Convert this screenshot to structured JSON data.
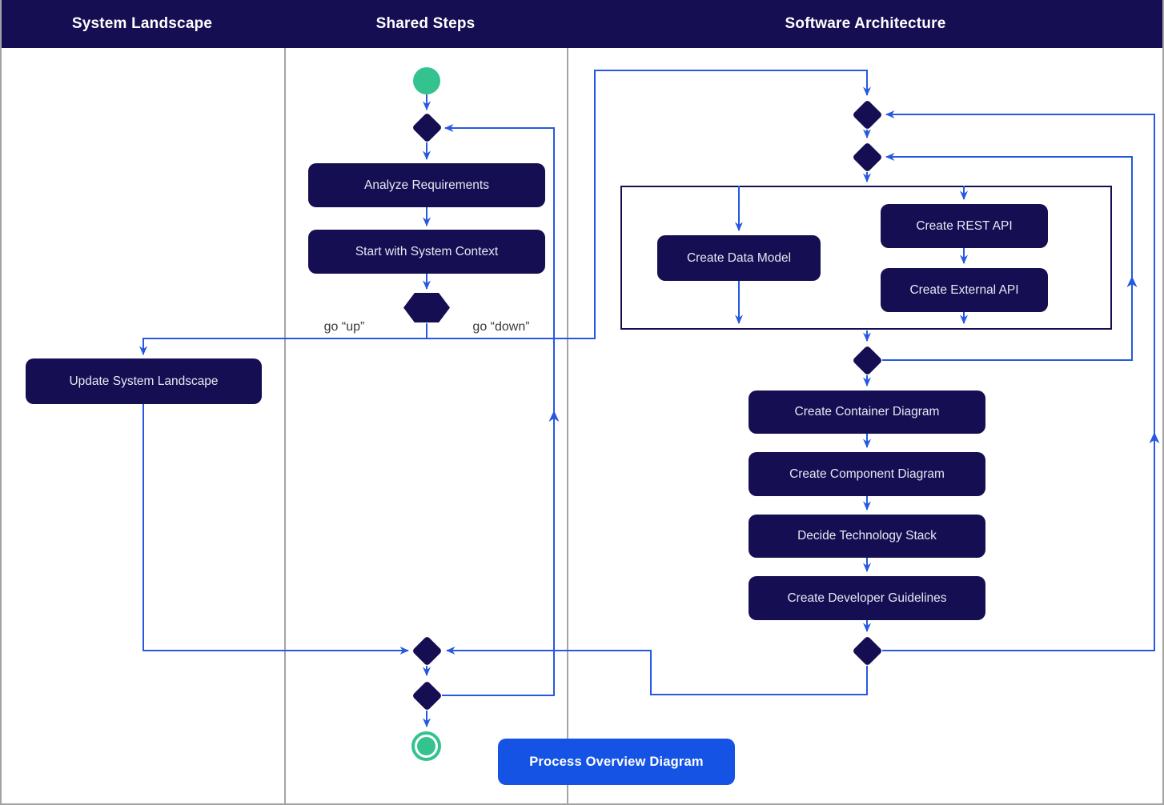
{
  "header": {
    "lanes": [
      "System Landscape",
      "Shared Steps",
      "Software Architecture"
    ]
  },
  "shared_steps": {
    "analyze": "Analyze Requirements",
    "start_context": "Start with System Context",
    "go_up_label": "go “up”",
    "go_down_label": "go “down”"
  },
  "system_landscape": {
    "update": "Update System Landscape"
  },
  "software_architecture": {
    "data_model": "Create Data Model",
    "rest_api": "Create REST API",
    "external_api": "Create External API",
    "container": "Create Container Diagram",
    "component": "Create Component Diagram",
    "tech_stack": "Decide Technology Stack",
    "guidelines": "Create Developer Guidelines"
  },
  "footer": {
    "button_label": "Process Overview Diagram"
  },
  "colors": {
    "navy": "#160e52",
    "edge_blue": "#2659e0",
    "green": "#34c28f",
    "button_blue": "#1553e4",
    "lane_border": "#a5a5a5",
    "edge_label_text": "#3a3a3a"
  }
}
